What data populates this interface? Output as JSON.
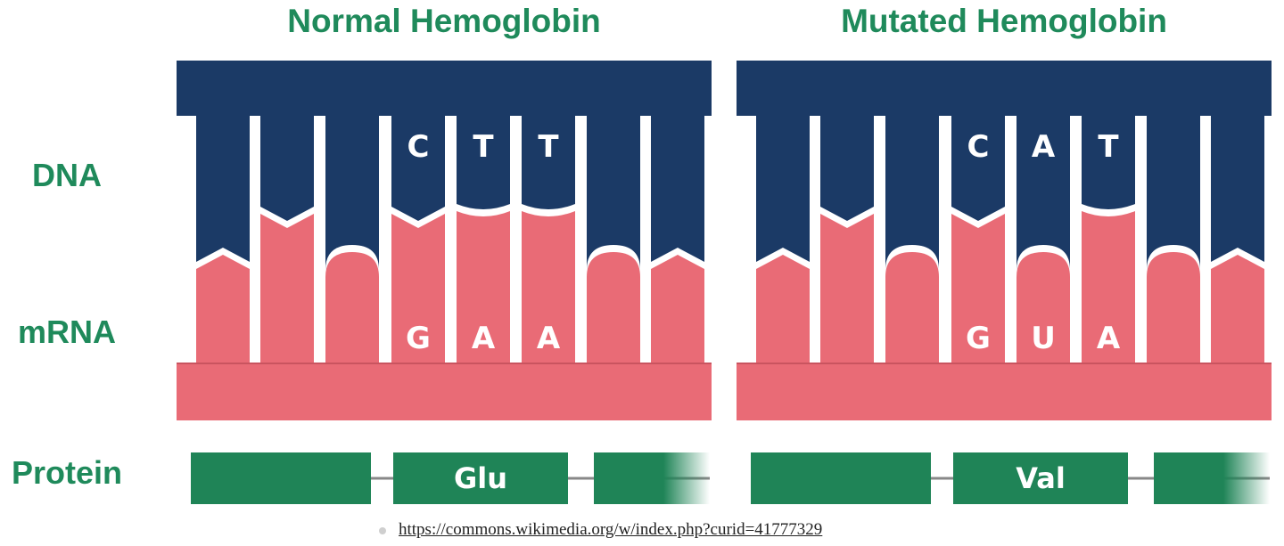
{
  "row_labels": {
    "dna": "DNA",
    "mrna": "mRNA",
    "protein": "Protein"
  },
  "colors": {
    "dna": "#1b3a66",
    "mrna": "#e96b76",
    "protein": "#1f8457",
    "title": "#1f8a5b"
  },
  "panels": [
    {
      "title": "Normal Hemoglobin",
      "dna_letters": [
        "",
        "",
        "",
        "C",
        "T",
        "T",
        "",
        ""
      ],
      "mrna_letters": [
        "",
        "",
        "",
        "G",
        "A",
        "A",
        "",
        ""
      ],
      "shapes": [
        "point",
        "notch",
        "round",
        "notch",
        "flat",
        "flat",
        "round",
        "point"
      ],
      "protein_label": "Glu"
    },
    {
      "title": "Mutated Hemoglobin",
      "dna_letters": [
        "",
        "",
        "",
        "C",
        "A",
        "T",
        "",
        ""
      ],
      "mrna_letters": [
        "",
        "",
        "",
        "G",
        "U",
        "A",
        "",
        ""
      ],
      "shapes": [
        "point",
        "notch",
        "round",
        "notch",
        "round",
        "flat",
        "round",
        "point"
      ],
      "protein_label": "Val"
    }
  ],
  "source": {
    "url": "https://commons.wikimedia.org/w/index.php?curid=41777329"
  }
}
